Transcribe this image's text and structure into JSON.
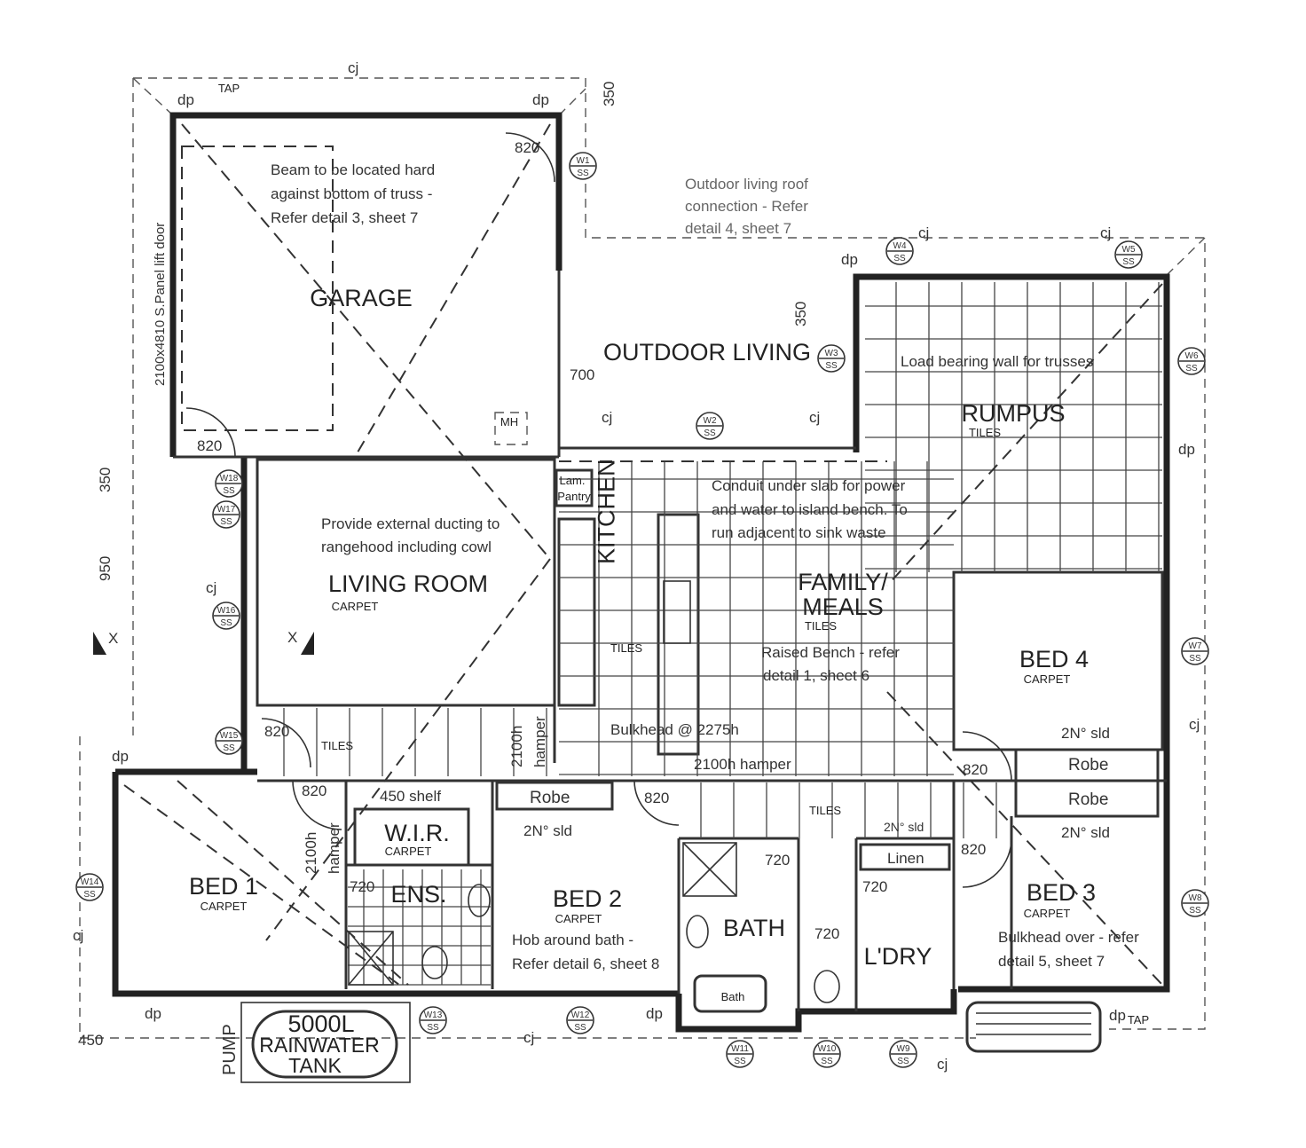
{
  "rooms": {
    "garage": "GARAGE",
    "outdoor_living": "OUTDOOR LIVING",
    "rumpus": "RUMPUS",
    "rumpus_floor": "TILES",
    "living_room": "LIVING ROOM",
    "living_floor": "CARPET",
    "kitchen": "KITCHEN",
    "kitchen_floor": "TILES",
    "family_meals_1": "FAMILY/",
    "family_meals_2": "MEALS",
    "family_floor": "TILES",
    "bed4": "BED 4",
    "bed4_floor": "CARPET",
    "bed3": "BED 3",
    "bed3_floor": "CARPET",
    "bed1": "BED 1",
    "bed1_floor": "CARPET",
    "bed2": "BED 2",
    "bed2_floor": "CARPET",
    "wir": "W.I.R.",
    "wir_floor": "CARPET",
    "ens": "ENS.",
    "bath": "BATH",
    "ldry": "L'DRY",
    "hall_floor": "TILES",
    "hall_floor2": "TILES",
    "lam_pantry_1": "Lam.",
    "lam_pantry_2": "Pantry",
    "linen": "Linen",
    "robe_bed2": "Robe",
    "robe_bed4": "Robe",
    "robe_bed3": "Robe",
    "sld_bed2": "2N° sld",
    "sld_bed4": "2N° sld",
    "sld_bed3": "2N° sld",
    "sld_linen": "2N° sld",
    "shelf": "450 shelf",
    "mh": "MH",
    "bath_fixture": "Bath",
    "tank_1": "5000L",
    "tank_2": "RAINWATER",
    "tank_3": "TANK",
    "pump": "PUMP"
  },
  "notes": {
    "beam_1": "Beam to be located hard",
    "beam_2": "against bottom of truss -",
    "beam_3": "Refer detail 3, sheet 7",
    "outdoor_roof_1": "Outdoor living roof",
    "outdoor_roof_2": "connection - Refer",
    "outdoor_roof_3": "detail 4, sheet 7",
    "load_bearing": "Load bearing wall for trusses",
    "ducting_1": "Provide external ducting to",
    "ducting_2": "rangehood including cowl",
    "conduit_1": "Conduit under slab for power",
    "conduit_2": "and water to island bench. To",
    "conduit_3": "run adjacent to sink waste",
    "raised_1": "Raised Bench - refer",
    "raised_2": "detail 1, sheet 6",
    "bulkhead_2275": "Bulkhead @ 2275h",
    "hamper_2100": "2100h hamper",
    "hamper_v1": "2100h",
    "hamper_v2": "hamper",
    "hamper_b1_1": "2100h",
    "hamper_b1_2": "hamper",
    "hob_1": "Hob around bath -",
    "hob_2": "Refer detail 6, sheet 8",
    "bulkhead_b3_1": "Bulkhead over - refer",
    "bulkhead_b3_2": "detail 5, sheet 7",
    "garage_door": "2100x4810 S.Panel lift door",
    "section_x": "X"
  },
  "dimensions": {
    "d350_top": "350",
    "d350_outdoor": "350",
    "d700": "700",
    "d350_left": "350",
    "d950": "950",
    "d450": "450",
    "door_garage_top": "820",
    "door_garage_bottom": "820",
    "door_hall": "820",
    "door_bed1": "820",
    "door_bed2": "820",
    "door_bed4": "820",
    "door_bed3": "820",
    "door_ens": "720",
    "door_bath": "720",
    "door_wc": "720",
    "door_ldry": "720"
  },
  "markers": {
    "dp": "dp",
    "cj": "cj",
    "tap": "TAP"
  },
  "windows": [
    {
      "id": "W1",
      "type": "SS"
    },
    {
      "id": "W2",
      "type": "SS"
    },
    {
      "id": "W3",
      "type": "SS"
    },
    {
      "id": "W4",
      "type": "SS"
    },
    {
      "id": "W5",
      "type": "SS"
    },
    {
      "id": "W6",
      "type": "SS"
    },
    {
      "id": "W7",
      "type": "SS"
    },
    {
      "id": "W8",
      "type": "SS"
    },
    {
      "id": "W9",
      "type": "SS"
    },
    {
      "id": "W10",
      "type": "SS"
    },
    {
      "id": "W11",
      "type": "SS"
    },
    {
      "id": "W12",
      "type": "SS"
    },
    {
      "id": "W13",
      "type": "SS"
    },
    {
      "id": "W14",
      "type": "SS"
    },
    {
      "id": "W15",
      "type": "SS"
    },
    {
      "id": "W16",
      "type": "SS"
    },
    {
      "id": "W17",
      "type": "SS"
    },
    {
      "id": "W18",
      "type": "SS"
    }
  ]
}
